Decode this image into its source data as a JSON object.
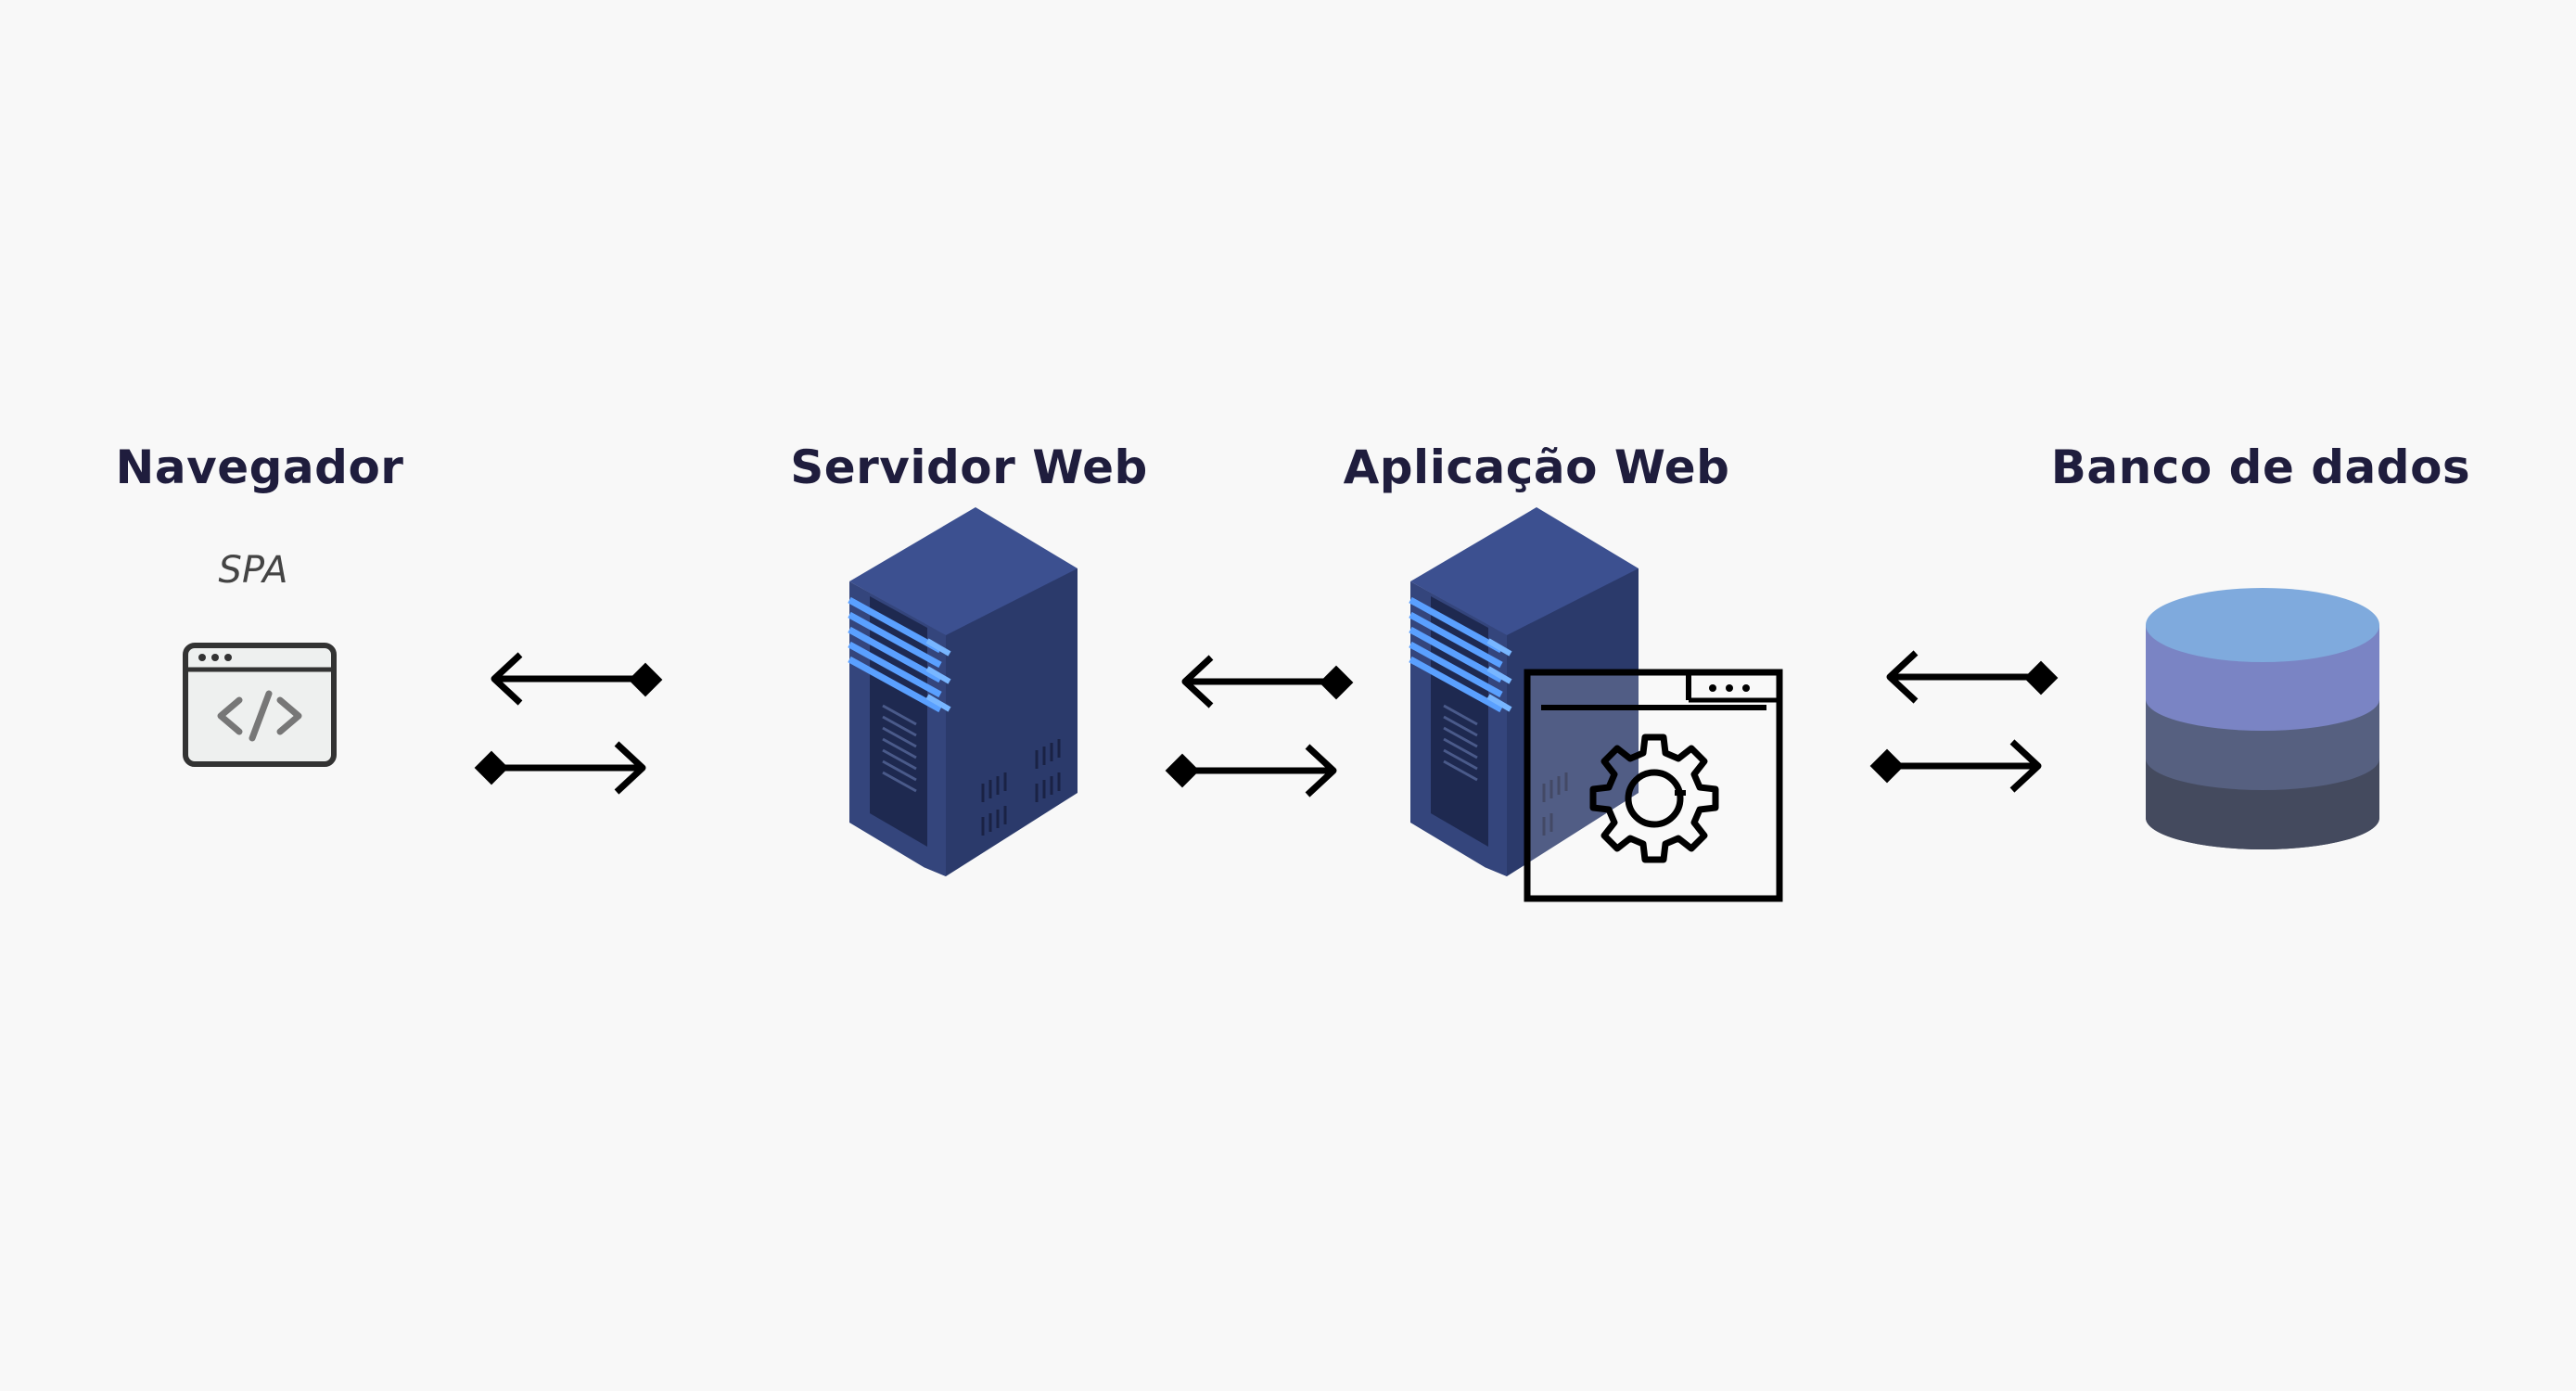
{
  "nodes": [
    {
      "label": "Navegador",
      "sublabel": "SPA",
      "icon": "code-window-icon"
    },
    {
      "label": "Servidor Web",
      "icon": "server-icon"
    },
    {
      "label": "Aplicação Web",
      "icon": "server-with-app-icon"
    },
    {
      "label": "Banco de dados",
      "icon": "database-icon"
    }
  ],
  "colors": {
    "title": "#1f1d3d",
    "background": "#f8f8f8",
    "server_dark": "#2b3a6b",
    "server_mid": "#3a4d85",
    "server_light": "#5a8dea",
    "db_top": "#7faadd",
    "db_band1": "#7a84c4",
    "db_band2": "#566080",
    "db_band3": "#444a5e"
  }
}
